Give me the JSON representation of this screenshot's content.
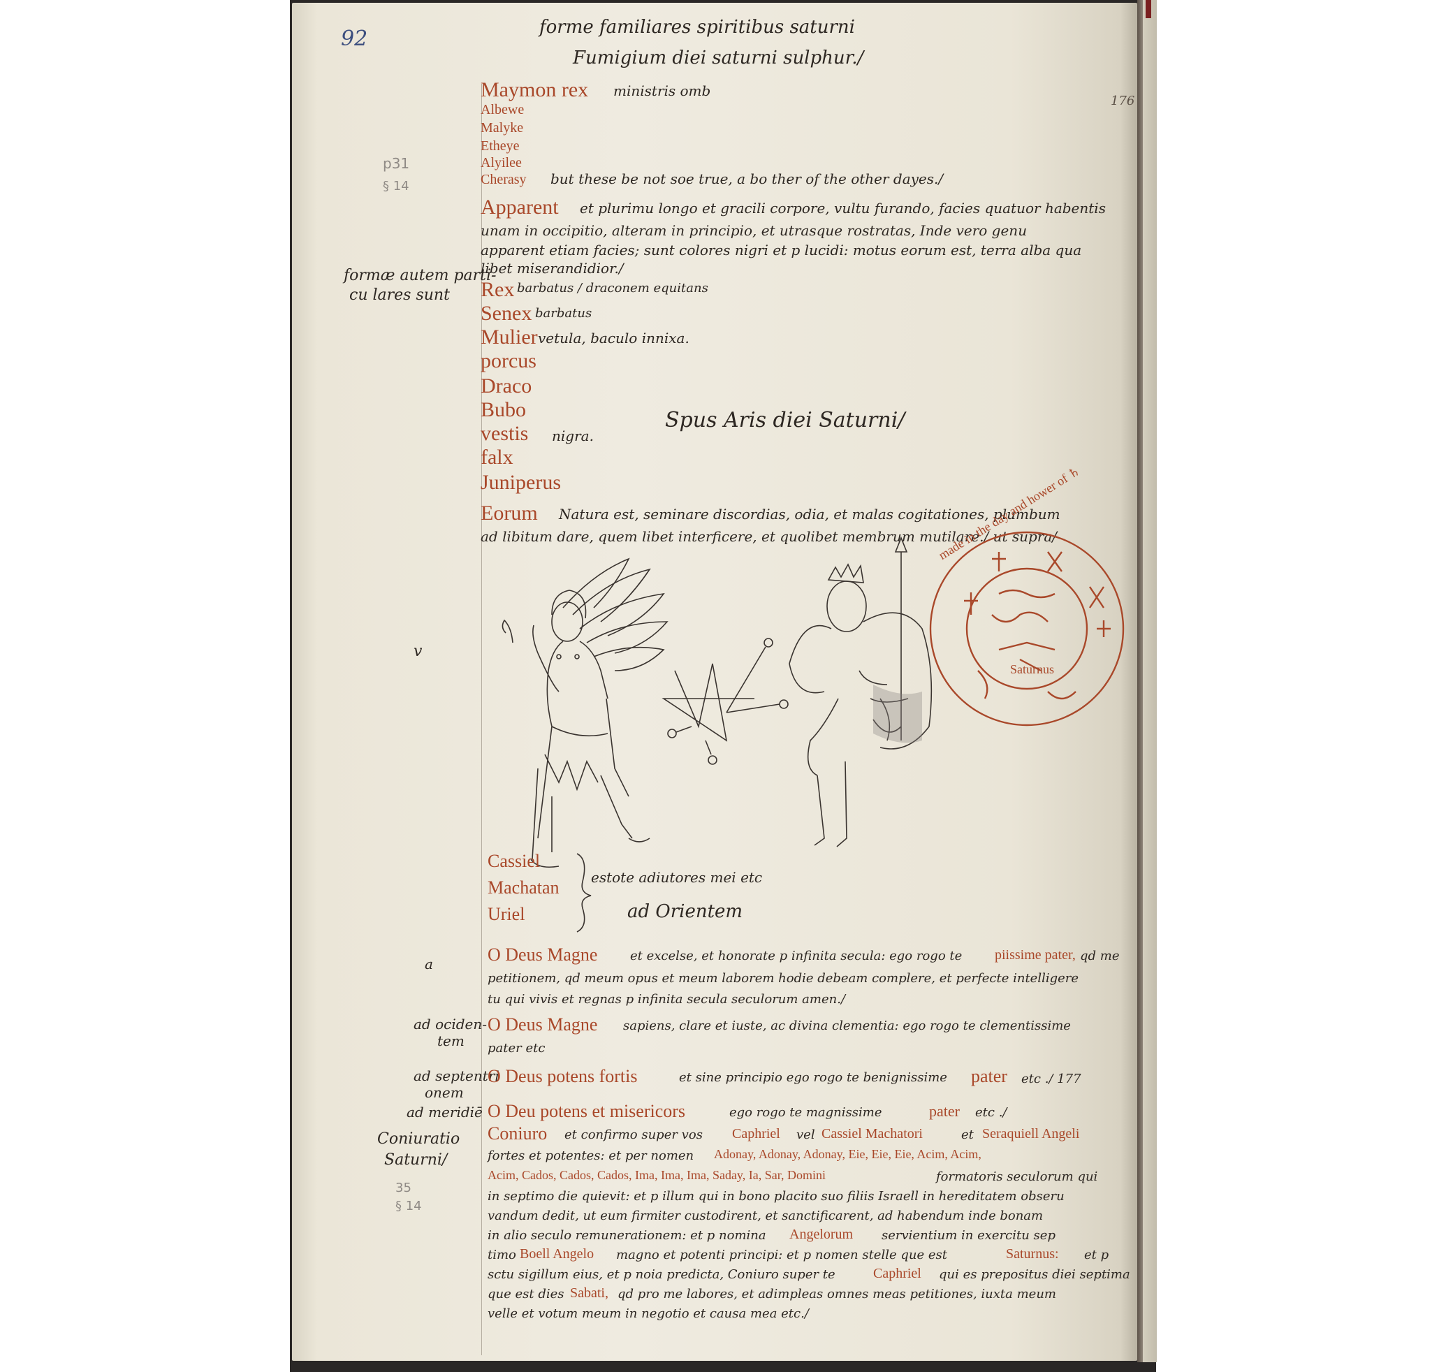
{
  "page_number": "92",
  "folio_number": "176",
  "header": {
    "line1": "forme familiares spiritibus saturni",
    "line2": "Fumigium diei saturni sulphur./"
  },
  "pencil_notes": {
    "ref1_line1": "p31",
    "ref1_line2": "§ 14",
    "ref2_line1": "35",
    "ref2_line2": "§ 14"
  },
  "spirits": {
    "king": "Maymon rex",
    "king_note": "ministris omb",
    "names": [
      "Albewe",
      "Malyke",
      "Etheye",
      "Alyilee",
      "Cherasy"
    ],
    "names_note": "but these be not soe true, a bo ther of the other dayes./"
  },
  "apparent_paragraph": {
    "lead": "Apparent",
    "line1": "et plurimu longo et gracili corpore, vultu furando, facies quatuor habentis",
    "line2": "unam in occipitio, alteram in principio, et utrasque rostratas, Inde vero genu",
    "line3": "apparent etiam facies; sunt colores nigri et p lucidi: motus eorum est, terra alba qua",
    "line4": "libet miserandidior./"
  },
  "margin_formae": {
    "line1": "formæ autem parti-",
    "line2": "cu lares sunt"
  },
  "forms": [
    {
      "name": "Rex",
      "note": "barbatus / draconem equitans"
    },
    {
      "name": "Senex",
      "note": "barbatus"
    },
    {
      "name": "Mulier",
      "note": "vetula, baculo innixa."
    },
    {
      "name": "porcus",
      "note": ""
    },
    {
      "name": "Draco",
      "note": ""
    },
    {
      "name": "Bubo",
      "note": ""
    },
    {
      "name": "vestis",
      "note": "nigra."
    },
    {
      "name": "falx",
      "note": ""
    },
    {
      "name": "Juniperus",
      "note": ""
    }
  ],
  "section_heading": "Spus Aris diei Saturni/",
  "eorum_paragraph": {
    "lead": "Eorum",
    "line1": "Natura est, seminare discordias, odia, et malas cogitationes, plumbum",
    "line2": "ad libitum dare, quem libet interficere, et quolibet membrum mutilare./ ut supra/"
  },
  "seal": {
    "outer_text": "made in the day and hower of ♄",
    "inner_label": "Saturnus"
  },
  "angels": {
    "names": [
      "Cassiel",
      "Machatan",
      "Uriel"
    ],
    "note": "estote adiutores mei etc",
    "direction": "ad Orientem"
  },
  "margin_letters": {
    "v_mark": "v",
    "a_mark": "a"
  },
  "prayers": {
    "p1_lead": "O Deus Magne",
    "p1_line1_a": "et excelse, et honorate p infinita secula: ego rogo te",
    "p1_line1_red": "piissime pater,",
    "p1_line1_b": "qd me",
    "p1_line2": "petitionem, qd meum opus et meum laborem hodie debeam complere, et perfecte intelligere",
    "p1_line3": "tu qui vivis et regnas p infinita secula seculorum amen./",
    "p2_margin_1": "ad ociden-",
    "p2_margin_2": "tem",
    "p2_lead": "O Deus Magne",
    "p2_line1": "sapiens, clare et iuste, ac divina clementia: ego rogo te clementissime",
    "p2_line2": "pater etc",
    "p3_margin_1": "ad septentri",
    "p3_margin_2": "onem",
    "p3_lead": "O Deus potens fortis",
    "p3_mid": "et sine principio ego rogo te benignissime",
    "p3_red": "pater",
    "p3_end": "etc ./ 177",
    "p4_margin": "ad meridiē",
    "p4_lead": "O Deu potens et misericors",
    "p4_mid": "ego rogo te magnissime",
    "p4_red": "pater",
    "p4_end": "etc ./"
  },
  "conjuratio": {
    "margin_1": "Coniuratio",
    "margin_2": "Saturni/",
    "lead": "Coniuro",
    "l1_a": "et confirmo super vos",
    "l1_r1": "Caphriel",
    "l1_b": "vel",
    "l1_r2": "Cassiel Machatori",
    "l1_c": "et",
    "l1_r3": "Seraquiell Angeli",
    "l2_a": "fortes et potentes: et per nomen",
    "l2_r": "Adonay, Adonay, Adonay, Eie, Eie, Eie, Acim, Acim,",
    "l3_r": "Acim, Cados, Cados, Cados, Ima, Ima, Ima, Saday, Ia, Sar, Domini",
    "l3_b": "formatoris seculorum qui",
    "l4": "in septimo die quievit: et p illum qui in bono placito suo filiis Israell in hereditatem obseru",
    "l5": "vandum dedit, ut eum firmiter custodirent, et sanctificarent, ad habendum inde bonam",
    "l6_a": "in alio seculo remunerationem: et p nomina",
    "l6_r": "Angelorum",
    "l6_b": "servientium in exercitu sep",
    "l7_a": "timo",
    "l7_r": "Boell Angelo",
    "l7_b": "magno et potenti principi: et p nomen stelle que est",
    "l7_r2": "Saturnus:",
    "l7_c": "et p",
    "l8_a": "sctu sigillum eius, et p noia predicta, Coniuro super te",
    "l8_r": "Caphriel",
    "l8_b": "qui es prepositus diei septima",
    "l9_a": "que est dies",
    "l9_r": "Sabati,",
    "l9_b": "qd pro me labores, et adimpleas omnes meas petitiones, iuxta meum",
    "l10": "velle et votum meum in negotio et causa mea etc./"
  }
}
